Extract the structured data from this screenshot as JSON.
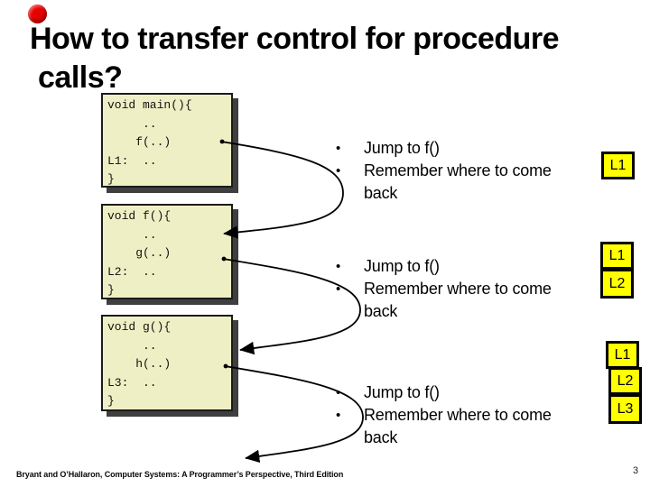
{
  "slide": {
    "title_lines": [
      "How to transfer control for procedure",
      "calls?"
    ],
    "footer": "Bryant and O’Hallaron, Computer Systems: A Programmer’s Perspective, Third Edition",
    "page_number": "3"
  },
  "code_boxes": [
    {
      "name": "main",
      "code": "void main(){\n     ..\n    f(..)\nL1:  ..\n}"
    },
    {
      "name": "f",
      "code": "void f(){\n     ..\n    g(..)\nL2:  ..\n}"
    },
    {
      "name": "g",
      "code": "void g(){\n     ..\n    h(..)\nL3:  ..\n}"
    }
  ],
  "bullets": {
    "char": "•",
    "groups": [
      {
        "line1": "Jump to f()",
        "line2": "Remember where to come back"
      },
      {
        "line1": "Jump to f()",
        "line2": "Remember where to come back"
      },
      {
        "line1": "Jump to f()",
        "line2": "Remember where to come back"
      }
    ]
  },
  "labels": {
    "group1": [
      "L1"
    ],
    "group2": [
      "L1",
      "L2"
    ],
    "group3": [
      "L1",
      "L2",
      "L3"
    ]
  },
  "colors": {
    "accent_red": "#e60000",
    "code_box_fill": "#efefc5",
    "label_fill": "#ffff00",
    "shadow": "#3f3f3f"
  }
}
